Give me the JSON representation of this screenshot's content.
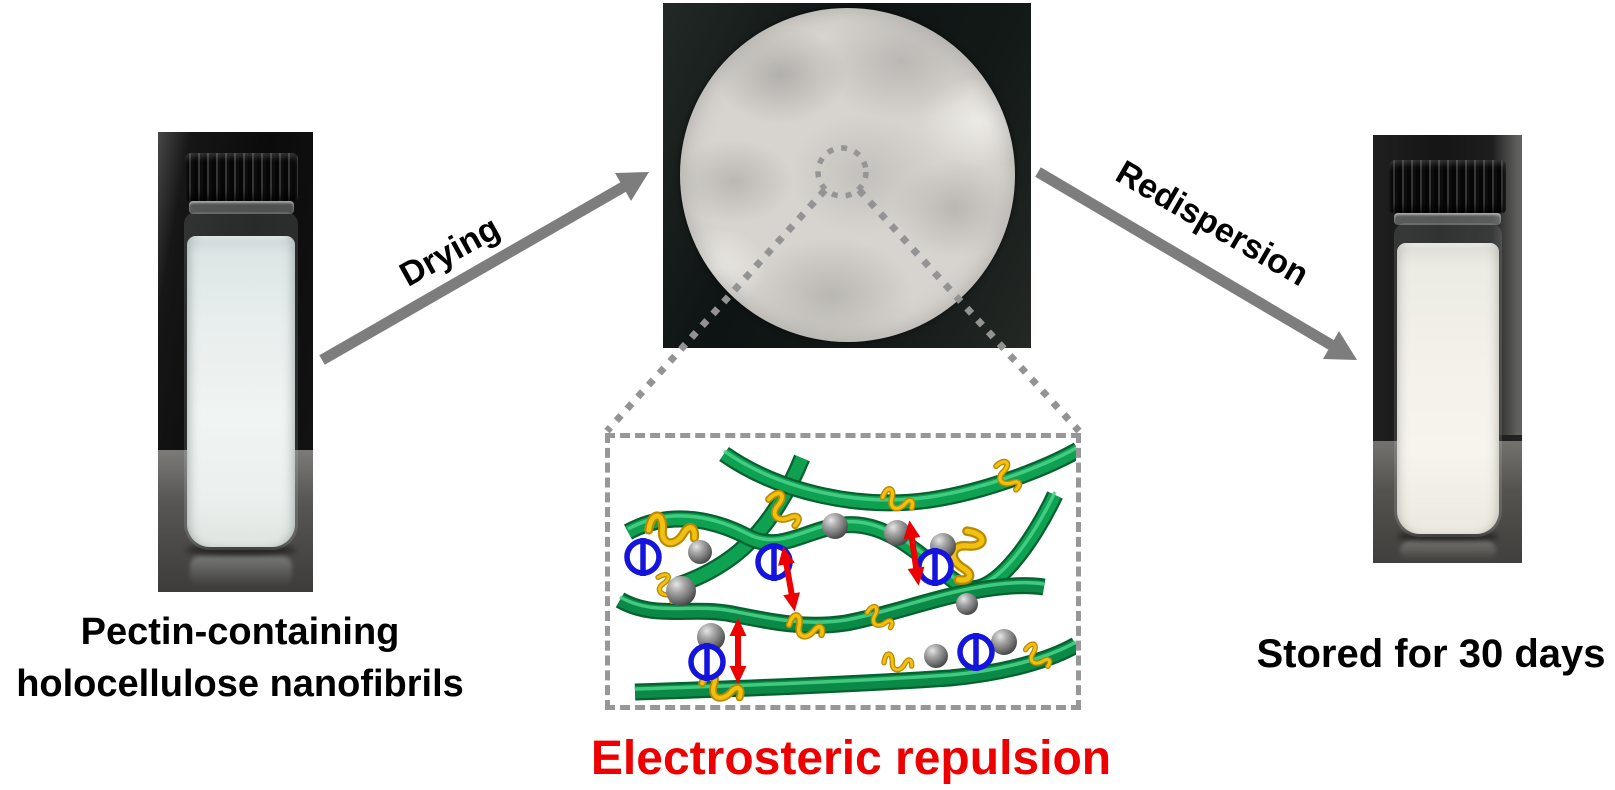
{
  "figure": {
    "process_labels": {
      "drying": "Drying",
      "redispersion": "Redispersion"
    },
    "captions": {
      "left_line1": "Pectin-containing",
      "left_line2": "holocellulose nanofibrils",
      "right": "Stored for 30 days",
      "mechanism": "Electrosteric repulsion"
    },
    "colors": {
      "arrow_gray": "#7d7d7d",
      "dash_gray": "#959595",
      "mechanism_text_red": "#ee0000",
      "fibril_green": "#0ea152",
      "pectin_chain_yellow": "#f2c011",
      "charge_symbol_blue": "#1414dd",
      "repulsion_arrow_red": "#ec0000",
      "caption_black": "#000000",
      "photo_background_dark": "#121816",
      "film_disc_offwhite": "#d7d4cf"
    },
    "schematic": {
      "nanofibril_count": 6,
      "particle_count": 9,
      "pectin_chain_count": 11,
      "charge_symbol_count": 5,
      "repulsion_arrow_count": 3
    }
  }
}
